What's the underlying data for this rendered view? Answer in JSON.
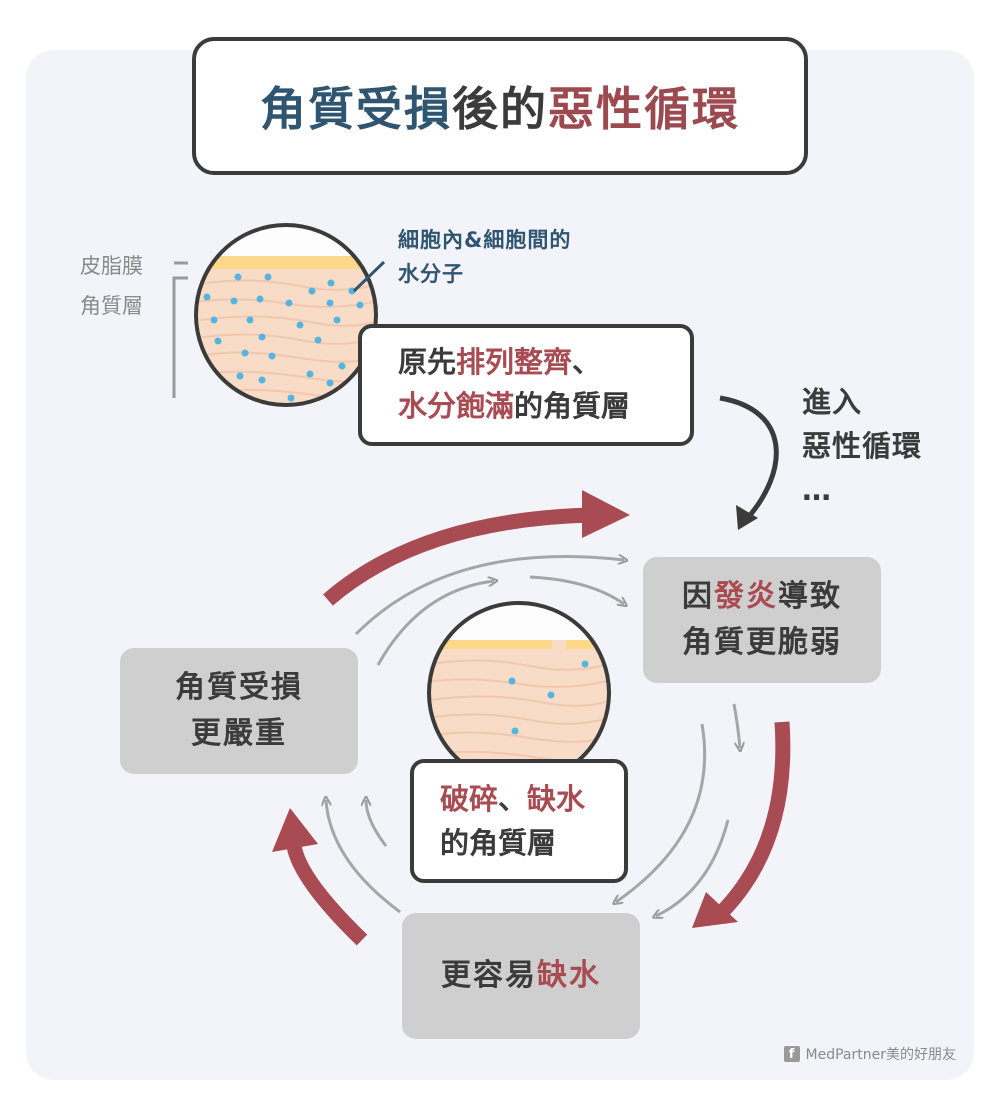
{
  "title": {
    "part1": "角質受損",
    "part2": "後的",
    "part3": "惡性循環"
  },
  "side_labels": {
    "sebum": "皮脂膜",
    "stratum": "角質層"
  },
  "molecule_label": {
    "line1": "細胞內&細胞間的",
    "line2": "水分子"
  },
  "healthy_box": {
    "l1_a": "原先",
    "l1_b": "排列整齊",
    "l1_c": "、",
    "l2_a": "水分飽滿",
    "l2_b": "的角質層"
  },
  "enter_label": {
    "line1": "進入",
    "line2": "惡性循環",
    "line3": "…"
  },
  "cycle": {
    "inflammation": {
      "l1_a": "因",
      "l1_b": "發炎",
      "l1_c": "導致",
      "l2": "角質更脆弱"
    },
    "damage": {
      "l1": "角質受損",
      "l2": "更嚴重"
    },
    "dehydration": {
      "a": "更容易",
      "b": "缺水"
    }
  },
  "broken_box": {
    "l1_a": "破碎",
    "l1_b": "、",
    "l1_c": "缺水",
    "l2": "的角質層"
  },
  "footer": {
    "fb_icon": "f",
    "text": "MedPartner美的好朋友"
  },
  "colors": {
    "accent_blue": "#2f5571",
    "accent_red": "#a84b52",
    "dark": "#3b3b3b",
    "box_gray": "#cfcfcf",
    "water_dot": "#56b4e0",
    "sebum": "#fcd98a",
    "skin": "#f8dcc8"
  }
}
